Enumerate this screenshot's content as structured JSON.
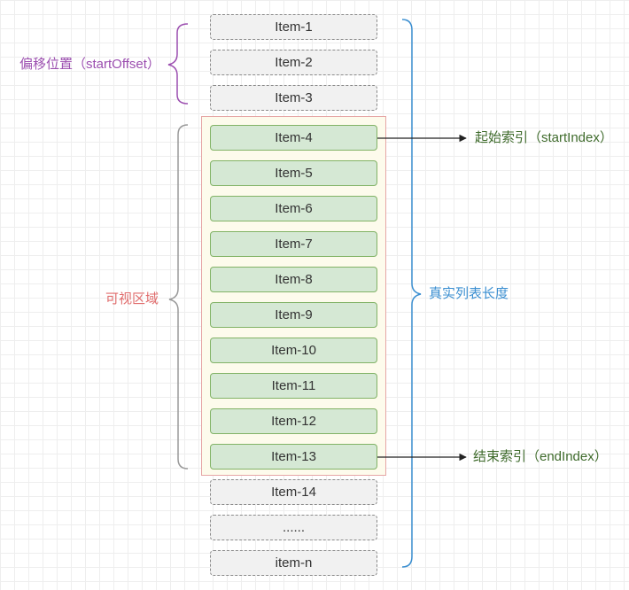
{
  "items": {
    "above": [
      "Item-1",
      "Item-2",
      "Item-3"
    ],
    "visible": [
      "Item-4",
      "Item-5",
      "Item-6",
      "Item-7",
      "Item-8",
      "Item-9",
      "Item-10",
      "Item-11",
      "Item-12",
      "Item-13"
    ],
    "below": [
      "Item-14",
      "......",
      "item-n"
    ]
  },
  "labels": {
    "start_offset": "偏移位置（startOffset）",
    "visible_area": "可视区域",
    "real_list_length": "真实列表长度",
    "start_index": "起始索引（startIndex）",
    "end_index": "结束索引（endIndex）"
  },
  "colors": {
    "start_offset": "#9c4fb0",
    "visible_area": "#e06c6c",
    "real_list_length": "#3b8fd1",
    "index_text": "#3f6b2c",
    "visible_fill": "#d5e8d4",
    "visible_border": "#82b366",
    "viewport_border": "#e6a6a6",
    "viewport_fill": "#fdfbec"
  }
}
